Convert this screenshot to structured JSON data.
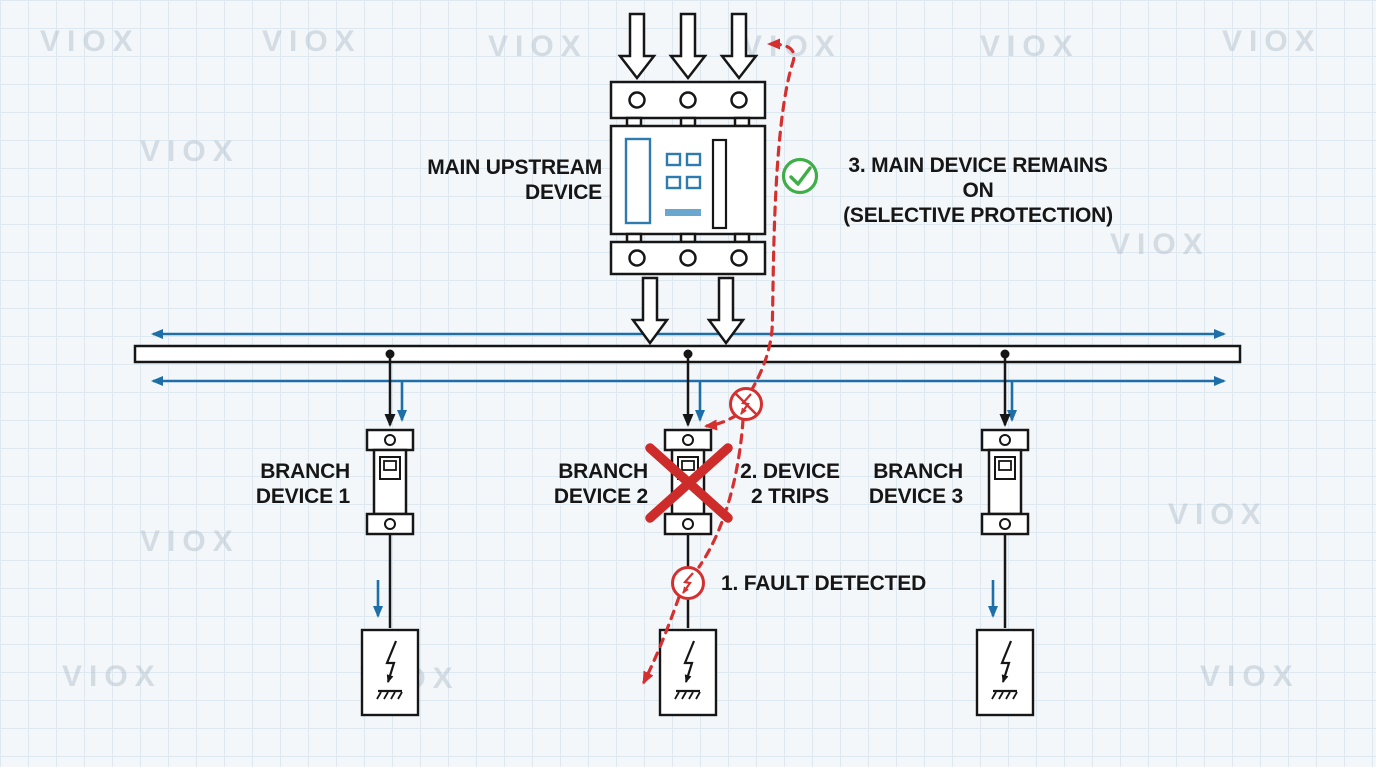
{
  "diagram": {
    "watermark_text": "VIOX",
    "main_device_label": "MAIN UPSTREAM\nDEVICE",
    "branch_devices": [
      {
        "label": "BRANCH\nDEVICE 1"
      },
      {
        "label": "BRANCH\nDEVICE 2"
      },
      {
        "label": "BRANCH\nDEVICE 3"
      }
    ],
    "steps": {
      "step1": "1. FAULT DETECTED",
      "step2": "2. DEVICE\n2 TRIPS",
      "step3": "3. MAIN DEVICE REMAINS ON\n(SELECTIVE PROTECTION)"
    },
    "icons": {
      "ok": "check-icon",
      "fault": "lightning-fault-icon",
      "blocked": "crossed-lightning-icon",
      "trip": "red-x-icon",
      "supply": "hollow-down-arrow-icon",
      "flow": "blue-flow-arrow-icon",
      "load": "ground-fault-load-icon"
    },
    "colors": {
      "flow_blue": "#1e6fa8",
      "alert_red": "#d43030",
      "ok_green": "#3fae49",
      "ink": "#161616",
      "grid": "#dde8f1",
      "paper": "#f3f7fa"
    }
  }
}
